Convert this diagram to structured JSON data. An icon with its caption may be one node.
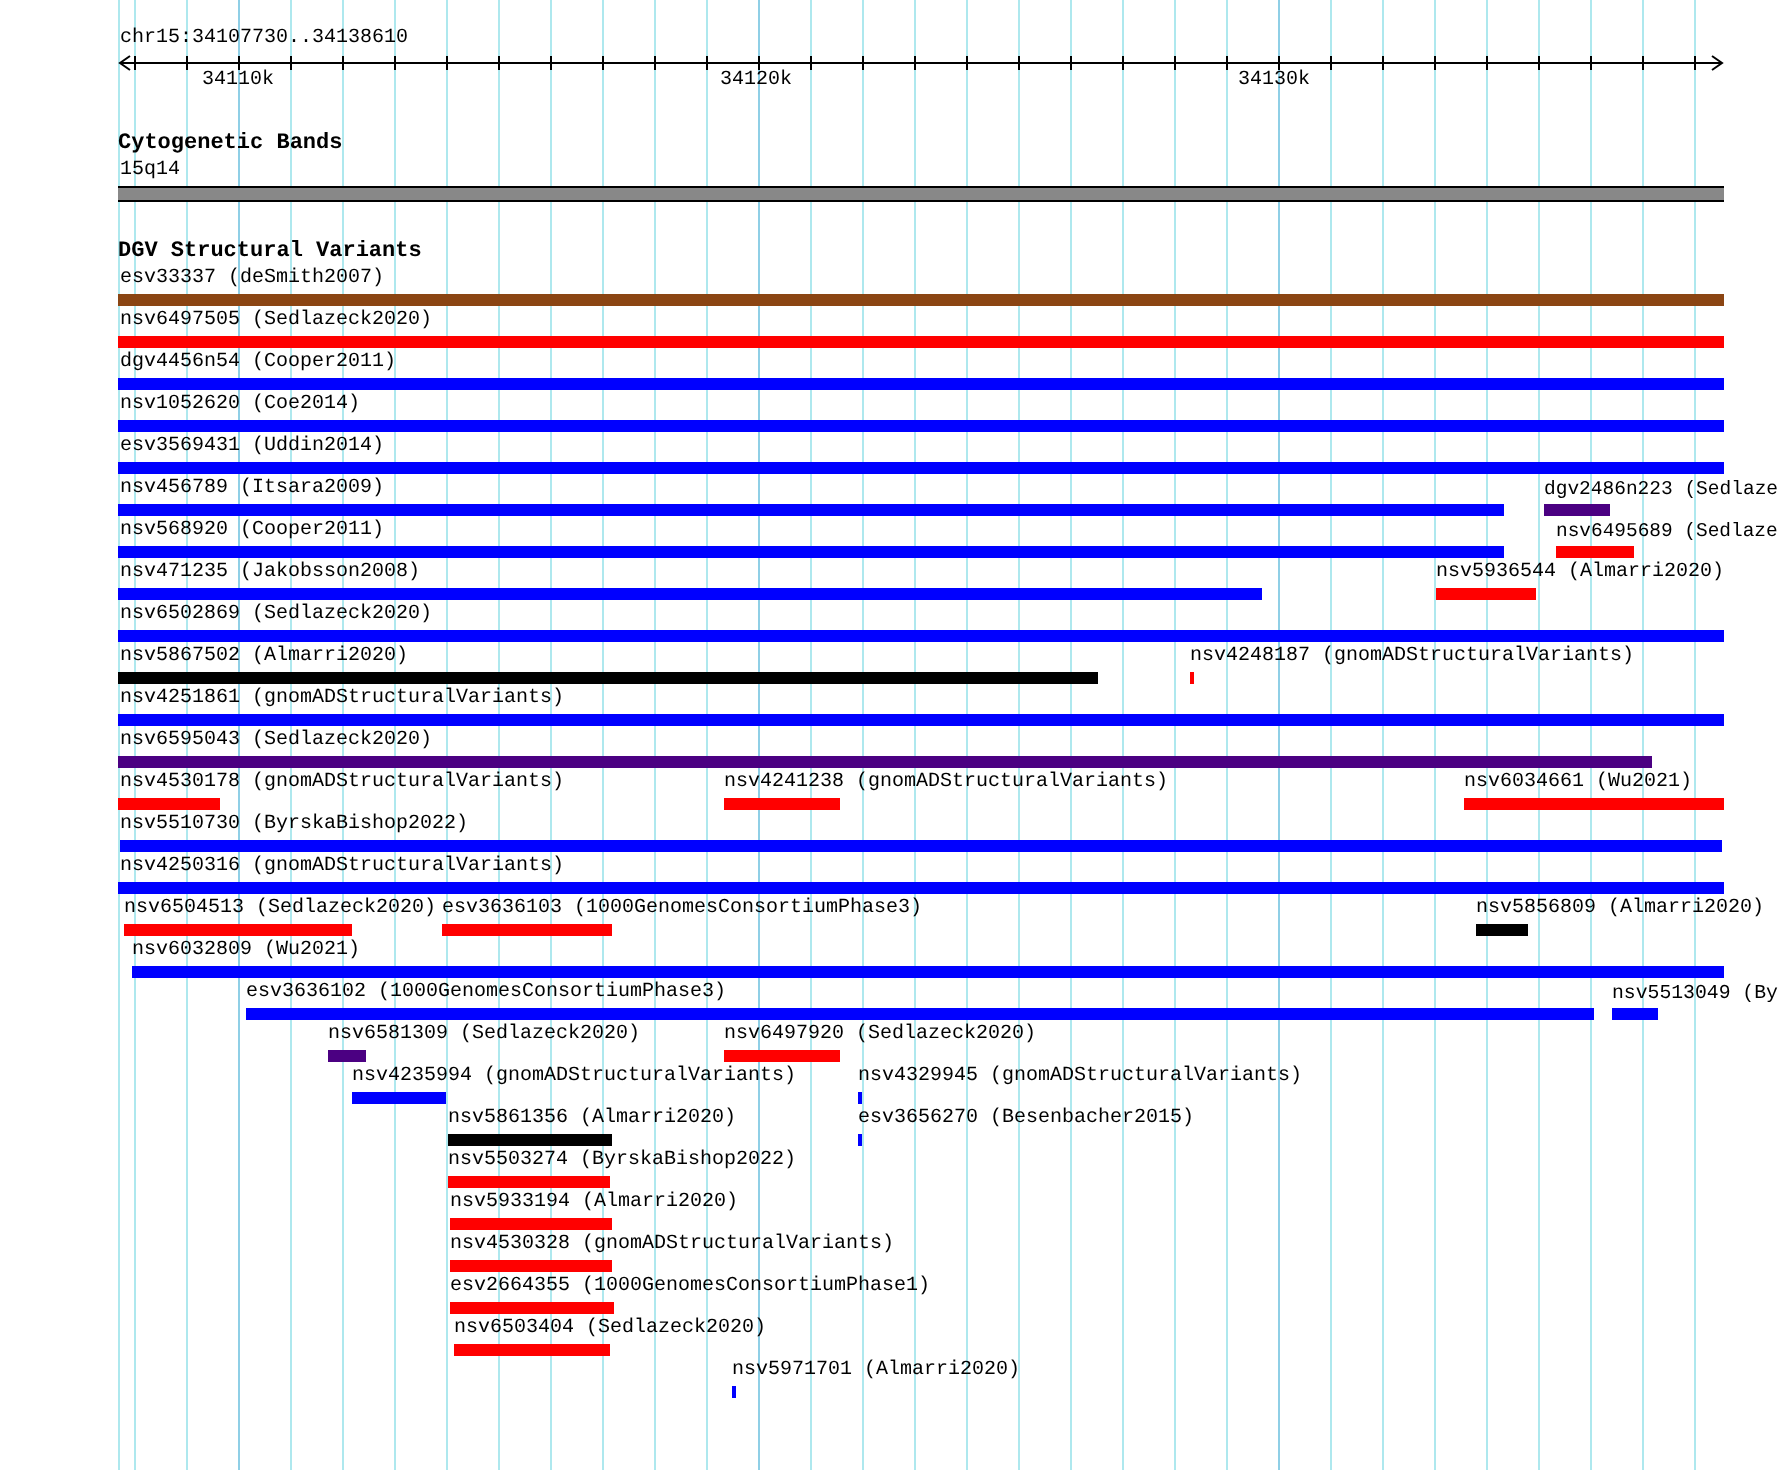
{
  "diagram": {
    "labels": [
      "chr15:34107730..34138610",
      "34110k",
      "34120k",
      "34130k",
      "Cytogenetic Bands",
      "15q14",
      "DGV Structural Variants",
      "esv33337 (deSmith2007)",
      "nsv6497505 (Sedlazeck2020)",
      "dgv4456n54 (Cooper2011)",
      "nsv1052620 (Coe2014)",
      "esv3569431 (Uddin2014)",
      "nsv456789 (Itsara2009)",
      "dgv2486n223 (Sedlaze",
      "nsv568920 (Cooper2011)",
      "nsv6495689 (Sedlaze",
      "nsv471235 (Jakobsson2008)",
      "nsv5936544 (Almarri2020)",
      "nsv6502869 (Sedlazeck2020)",
      "nsv5867502 (Almarri2020)",
      "nsv4248187 (gnomADStructuralVariants)",
      "nsv4251861 (gnomADStructuralVariants)",
      "nsv6595043 (Sedlazeck2020)",
      "nsv4530178 (gnomADStructuralVariants)",
      "nsv4241238 (gnomADStructuralVariants)",
      "nsv6034661 (Wu2021)",
      "nsv5510730 (ByrskaBishop2022)",
      "nsv4250316 (gnomADStructuralVariants)",
      "nsv6504513 (Sedlazeck2020)",
      "esv3636103 (1000GenomesConsortiumPhase3)",
      "nsv5856809 (Almarri2020)",
      "nsv6032809 (Wu2021)",
      "esv3636102 (1000GenomesConsortiumPhase3)",
      "nsv5513049 (By",
      "nsv6581309 (Sedlazeck2020)",
      "nsv6497920 (Sedlazeck2020)",
      "nsv4235994 (gnomADStructuralVariants)",
      "nsv4329945 (gnomADStructuralVariants)",
      "nsv5861356 (Almarri2020)",
      "esv3656270 (Besenbacher2015)",
      "nsv5503274 (ByrskaBishop2022)",
      "nsv5933194 (Almarri2020)",
      "nsv4530328 (gnomADStructuralVariants)",
      "esv2664355 (1000GenomesConsortiumPhase1)",
      "nsv6503404 (Sedlazeck2020)",
      "nsv5971701 (Almarri2020)"
    ]
  }
}
